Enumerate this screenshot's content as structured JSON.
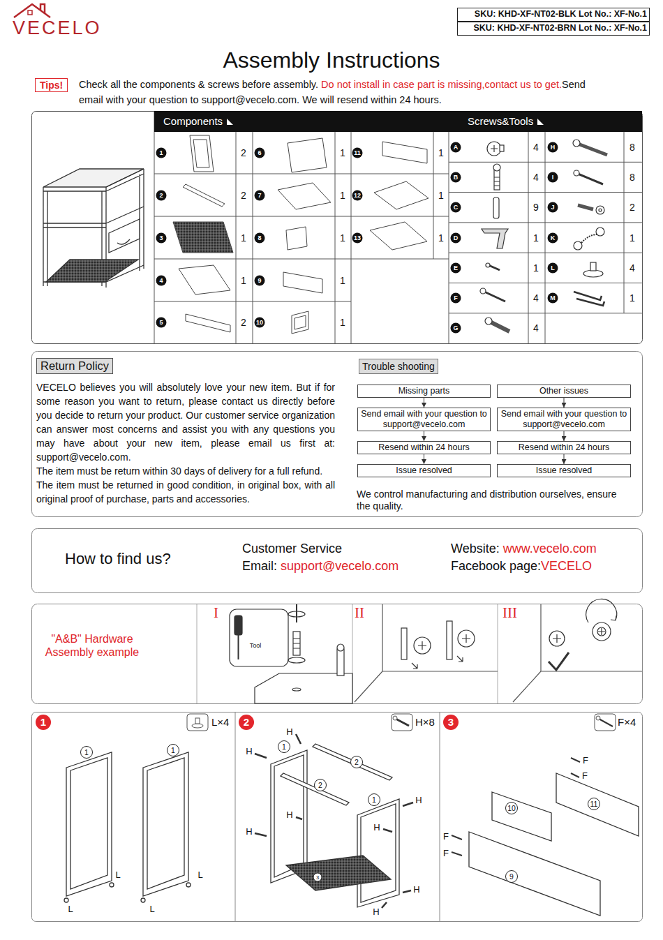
{
  "diagram": {
    "title": "Assembly Instructions",
    "nodes": [
      {
        "text": [
          "Tips!"
        ]
      },
      {
        "text": [
          "Components",
          "Screws&Tools"
        ]
      },
      {
        "text": [
          "Return Policy"
        ]
      },
      {
        "text": [
          "Trouble shooting"
        ]
      },
      {
        "text": [
          "Missing parts"
        ]
      },
      {
        "text": [
          "Send email with your question to support@vecelo.com"
        ]
      },
      {
        "text": [
          "Resend within 24 hours"
        ]
      },
      {
        "text": [
          "Issue resolved"
        ]
      },
      {
        "text": [
          "Other issues"
        ]
      },
      {
        "text": [
          "Send email with your question to support@vecelo.com"
        ]
      },
      {
        "text": [
          "Resend within 24 hours"
        ]
      },
      {
        "text": [
          "Issue resolved"
        ]
      }
    ],
    "edges": [
      {
        "from": 4,
        "to": 5,
        "arrow": "to"
      },
      {
        "from": 5,
        "to": 6,
        "arrow": "to"
      },
      {
        "from": 6,
        "to": 7,
        "arrow": "to"
      },
      {
        "from": 8,
        "to": 9,
        "arrow": "to"
      },
      {
        "from": 9,
        "to": 10,
        "arrow": "to"
      },
      {
        "from": 10,
        "to": 11,
        "arrow": "to"
      }
    ],
    "labels": [
      "SKU: KHD-XF-NT02-BLK Lot No.: XF-No.1",
      "SKU: KHD-XF-NT02-BRN Lot No.: XF-No.1",
      "VECELO",
      "Check all the components & screws before assembly.",
      "Do not install in case part is missing,contact us to get.",
      "Send email with your question to support@vecelo.com. We will resend within 24 hours.",
      "1",
      "2",
      "2",
      "2",
      "3",
      "1",
      "4",
      "1",
      "5",
      "2",
      "6",
      "1",
      "7",
      "1",
      "8",
      "1",
      "9",
      "1",
      "10",
      "1",
      "11",
      "1",
      "12",
      "1",
      "13",
      "1",
      "A",
      "4",
      "B",
      "4",
      "C",
      "9",
      "D",
      "1",
      "E",
      "1",
      "F",
      "4",
      "G",
      "4",
      "H",
      "8",
      "I",
      "8",
      "J",
      "2",
      "K",
      "1",
      "L",
      "4",
      "M",
      "1",
      "VECELO believes you will absolutely love your new item. But if for some reason you want to return, please contact us directly before you decide to return your product. Our customer service organization can answer most concerns and assist you with any questions you may have about your new item, please email us first at: support@vecelo.com.",
      "The item must be return within 30 days of delivery for a full refund.",
      "The item must be returned in good condition, in original box, with all original proof of purchase, parts and accessories.",
      "We control manufacturing and distribution ourselves, ensure the quality.",
      "How to find us?",
      "Customer Service",
      "Email:",
      "support@vecelo.com",
      "Website:",
      "www.vecelo.com",
      "Facebook page:",
      "VECELO",
      "\"A&B\" Hardware Assembly example",
      "I",
      "II",
      "III",
      "Tool",
      "1",
      "L×4",
      "2",
      "H×8",
      "3",
      "F×4",
      "1",
      "1",
      "L",
      "L",
      "L",
      "L",
      "H",
      "H",
      "1",
      "2",
      "2",
      "1",
      "H",
      "H",
      "H",
      "H",
      "3",
      "H",
      "H",
      "F",
      "F",
      "11",
      "10",
      "F",
      "F",
      "9"
    ]
  }
}
